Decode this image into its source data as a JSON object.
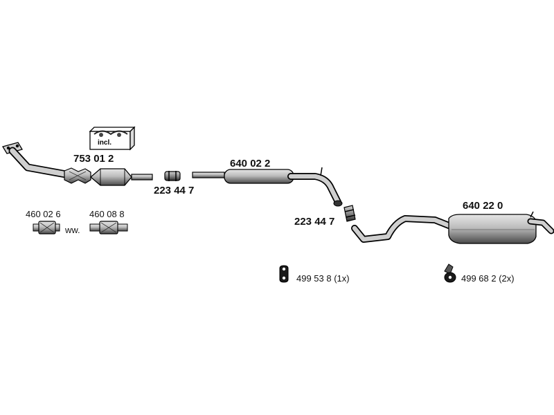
{
  "parts": {
    "front_pipe_catalyst": "753 01 2",
    "clamp_1": "223 44 7",
    "middle_silencer": "640 02 2",
    "clamp_2": "223 44 7",
    "rear_silencer": "640 22 0",
    "flex_pipe_1": "460 02 6",
    "flex_pipe_2": "460 08 8",
    "flex_separator": "ww.",
    "rubber_mount_1": "499 53 8 (1x)",
    "rubber_mount_2": "499 68 2 (2x)"
  },
  "incl_box_label": "incl."
}
